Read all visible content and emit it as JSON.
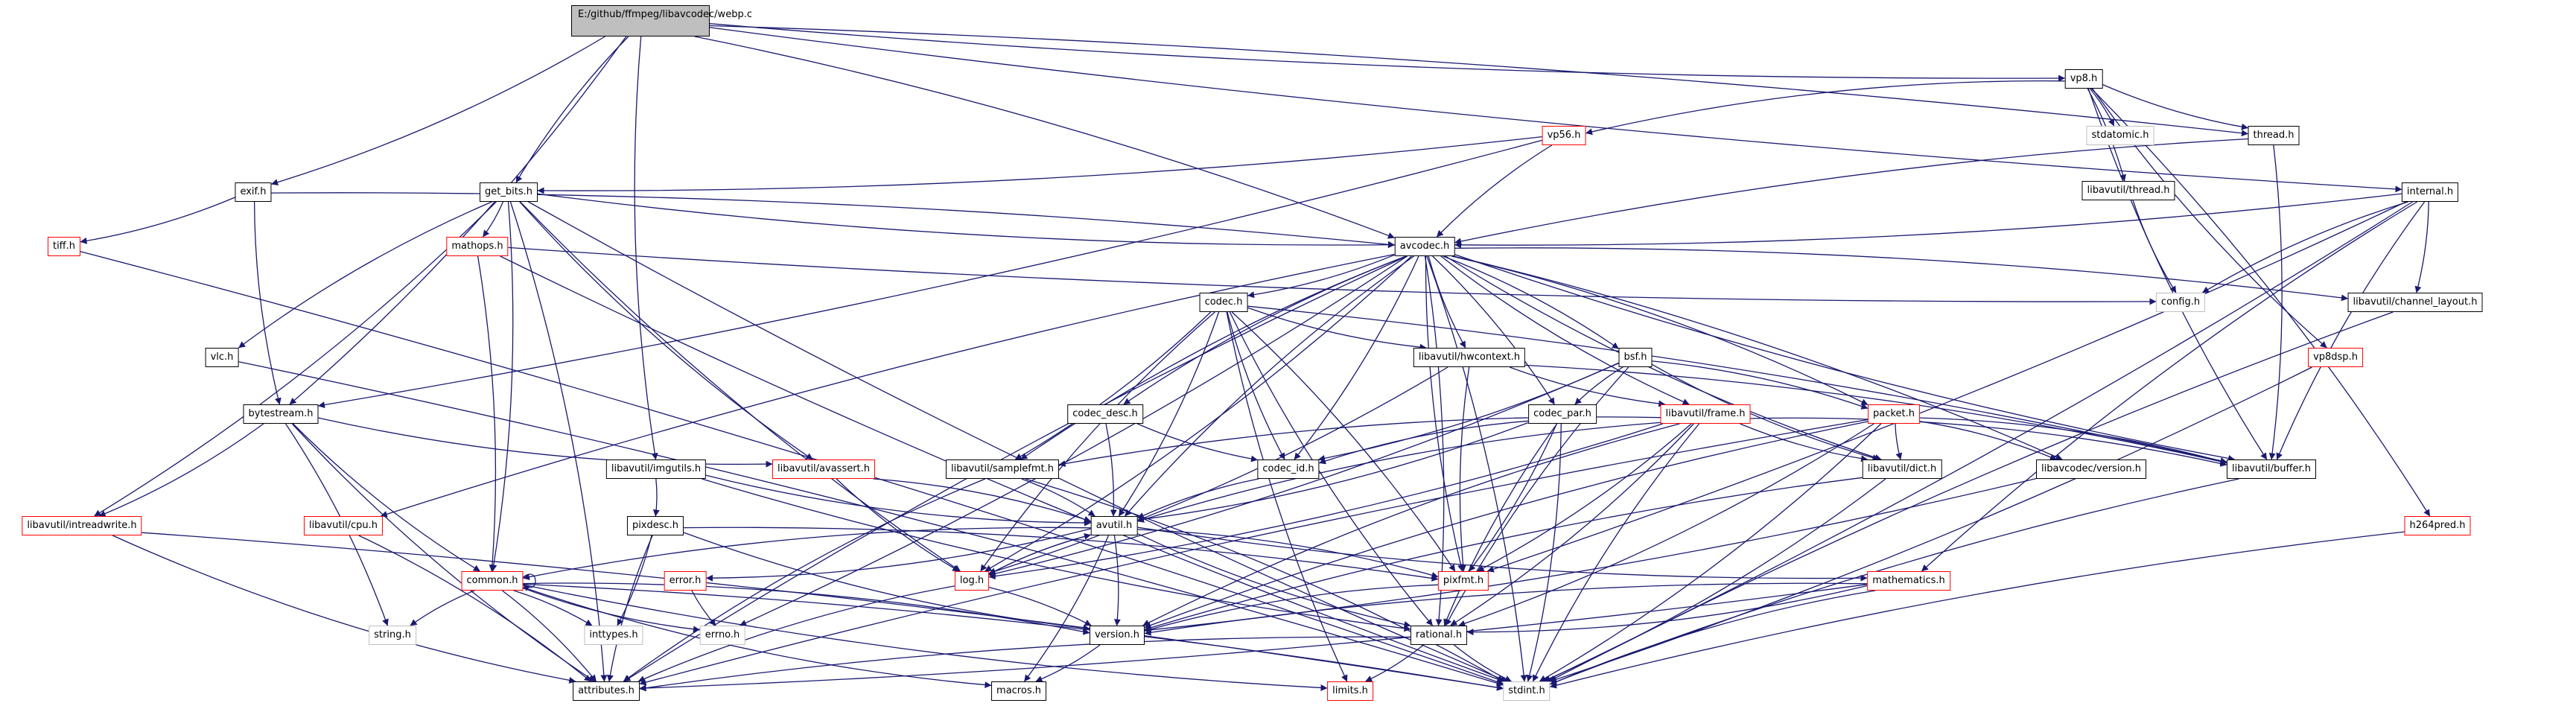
{
  "nodes": [
    {
      "id": "webp",
      "label": "E:/github/ffmpeg/libavcodec/webp.c",
      "style": "root"
    },
    {
      "id": "exif",
      "label": "exif.h",
      "style": "normal"
    },
    {
      "id": "get_bits",
      "label": "get_bits.h",
      "style": "normal"
    },
    {
      "id": "avcodec",
      "label": "avcodec.h",
      "style": "normal"
    },
    {
      "id": "vp8",
      "label": "vp8.h",
      "style": "normal"
    },
    {
      "id": "vp56",
      "label": "vp56.h",
      "style": "red"
    },
    {
      "id": "stdatomic",
      "label": "stdatomic.h",
      "style": "grey"
    },
    {
      "id": "thread",
      "label": "thread.h",
      "style": "normal"
    },
    {
      "id": "lu_thread",
      "label": "libavutil/thread.h",
      "style": "normal"
    },
    {
      "id": "internal",
      "label": "internal.h",
      "style": "normal"
    },
    {
      "id": "tiff",
      "label": "tiff.h",
      "style": "red"
    },
    {
      "id": "mathops",
      "label": "mathops.h",
      "style": "red"
    },
    {
      "id": "config",
      "label": "config.h",
      "style": "grey"
    },
    {
      "id": "channel_layout",
      "label": "libavutil/channel_layout.h",
      "style": "normal"
    },
    {
      "id": "vlc",
      "label": "vlc.h",
      "style": "normal"
    },
    {
      "id": "codec",
      "label": "codec.h",
      "style": "normal"
    },
    {
      "id": "hwcontext",
      "label": "libavutil/hwcontext.h",
      "style": "normal"
    },
    {
      "id": "bsf",
      "label": "bsf.h",
      "style": "normal"
    },
    {
      "id": "vp8dsp",
      "label": "vp8dsp.h",
      "style": "red"
    },
    {
      "id": "bytestream",
      "label": "bytestream.h",
      "style": "normal"
    },
    {
      "id": "codec_desc",
      "label": "codec_desc.h",
      "style": "normal"
    },
    {
      "id": "codec_par",
      "label": "codec_par.h",
      "style": "normal"
    },
    {
      "id": "frame",
      "label": "libavutil/frame.h",
      "style": "red"
    },
    {
      "id": "packet",
      "label": "packet.h",
      "style": "red"
    },
    {
      "id": "imgutils",
      "label": "libavutil/imgutils.h",
      "style": "normal"
    },
    {
      "id": "avassert",
      "label": "libavutil/avassert.h",
      "style": "red"
    },
    {
      "id": "samplefmt",
      "label": "libavutil/samplefmt.h",
      "style": "normal"
    },
    {
      "id": "codec_id",
      "label": "codec_id.h",
      "style": "normal"
    },
    {
      "id": "dict",
      "label": "libavutil/dict.h",
      "style": "normal"
    },
    {
      "id": "version_avc",
      "label": "libavcodec/version.h",
      "style": "normal"
    },
    {
      "id": "buffer",
      "label": "libavutil/buffer.h",
      "style": "normal"
    },
    {
      "id": "intreadwrite",
      "label": "libavutil/intreadwrite.h",
      "style": "red"
    },
    {
      "id": "cpu",
      "label": "libavutil/cpu.h",
      "style": "red"
    },
    {
      "id": "pixdesc",
      "label": "pixdesc.h",
      "style": "normal"
    },
    {
      "id": "avutil",
      "label": "avutil.h",
      "style": "normal"
    },
    {
      "id": "h264pred",
      "label": "h264pred.h",
      "style": "red"
    },
    {
      "id": "common",
      "label": "common.h",
      "style": "red"
    },
    {
      "id": "error",
      "label": "error.h",
      "style": "red"
    },
    {
      "id": "log",
      "label": "log.h",
      "style": "red"
    },
    {
      "id": "pixfmt",
      "label": "pixfmt.h",
      "style": "red"
    },
    {
      "id": "mathematics",
      "label": "mathematics.h",
      "style": "red"
    },
    {
      "id": "string",
      "label": "string.h",
      "style": "grey"
    },
    {
      "id": "inttypes",
      "label": "inttypes.h",
      "style": "grey"
    },
    {
      "id": "errno",
      "label": "errno.h",
      "style": "grey"
    },
    {
      "id": "version",
      "label": "version.h",
      "style": "normal"
    },
    {
      "id": "rational",
      "label": "rational.h",
      "style": "normal"
    },
    {
      "id": "attributes",
      "label": "attributes.h",
      "style": "normal"
    },
    {
      "id": "macros",
      "label": "macros.h",
      "style": "normal"
    },
    {
      "id": "limits",
      "label": "limits.h",
      "style": "red"
    },
    {
      "id": "stdint",
      "label": "stdint.h",
      "style": "grey"
    }
  ],
  "edges": [
    [
      "webp",
      "exif"
    ],
    [
      "webp",
      "get_bits"
    ],
    [
      "webp",
      "avcodec"
    ],
    [
      "webp",
      "vp8"
    ],
    [
      "webp",
      "thread"
    ],
    [
      "webp",
      "internal"
    ],
    [
      "webp",
      "bytestream"
    ],
    [
      "webp",
      "imgutils"
    ],
    [
      "exif",
      "tiff"
    ],
    [
      "exif",
      "bytestream"
    ],
    [
      "exif",
      "avcodec"
    ],
    [
      "get_bits",
      "avcodec"
    ],
    [
      "get_bits",
      "mathops"
    ],
    [
      "get_bits",
      "vlc"
    ],
    [
      "get_bits",
      "intreadwrite"
    ],
    [
      "get_bits",
      "avassert"
    ],
    [
      "get_bits",
      "common"
    ],
    [
      "get_bits",
      "log"
    ],
    [
      "get_bits",
      "attributes"
    ],
    [
      "get_bits",
      "stdint"
    ],
    [
      "tiff",
      "stdint"
    ],
    [
      "vp8",
      "vp56"
    ],
    [
      "vp8",
      "stdatomic"
    ],
    [
      "vp8",
      "thread"
    ],
    [
      "vp8",
      "lu_thread"
    ],
    [
      "vp8",
      "vp8dsp"
    ],
    [
      "vp8",
      "h264pred"
    ],
    [
      "vp8",
      "buffer"
    ],
    [
      "vp56",
      "get_bits"
    ],
    [
      "vp56",
      "avcodec"
    ],
    [
      "vp56",
      "bytestream"
    ],
    [
      "thread",
      "avcodec"
    ],
    [
      "thread",
      "buffer"
    ],
    [
      "lu_thread",
      "config"
    ],
    [
      "internal",
      "avcodec"
    ],
    [
      "internal",
      "config"
    ],
    [
      "internal",
      "channel_layout"
    ],
    [
      "internal",
      "buffer"
    ],
    [
      "internal",
      "pixfmt"
    ],
    [
      "internal",
      "mathematics"
    ],
    [
      "internal",
      "stdint"
    ],
    [
      "mathops",
      "config"
    ],
    [
      "mathops",
      "common"
    ],
    [
      "mathops",
      "stdint"
    ],
    [
      "avcodec",
      "codec"
    ],
    [
      "avcodec",
      "hwcontext"
    ],
    [
      "avcodec",
      "bsf"
    ],
    [
      "avcodec",
      "codec_desc"
    ],
    [
      "avcodec",
      "codec_par"
    ],
    [
      "avcodec",
      "frame"
    ],
    [
      "avcodec",
      "packet"
    ],
    [
      "avcodec",
      "samplefmt"
    ],
    [
      "avcodec",
      "codec_id"
    ],
    [
      "avcodec",
      "dict"
    ],
    [
      "avcodec",
      "version_avc"
    ],
    [
      "avcodec",
      "buffer"
    ],
    [
      "avcodec",
      "channel_layout"
    ],
    [
      "avcodec",
      "avutil"
    ],
    [
      "avcodec",
      "log"
    ],
    [
      "avcodec",
      "pixfmt"
    ],
    [
      "avcodec",
      "rational"
    ],
    [
      "avcodec",
      "attributes"
    ],
    [
      "avcodec",
      "errno"
    ],
    [
      "avcodec",
      "cpu"
    ],
    [
      "avcodec",
      "stdint"
    ],
    [
      "channel_layout",
      "stdint"
    ],
    [
      "vlc",
      "stdint"
    ],
    [
      "codec",
      "hwcontext"
    ],
    [
      "codec",
      "samplefmt"
    ],
    [
      "codec",
      "codec_id"
    ],
    [
      "codec",
      "avutil"
    ],
    [
      "codec",
      "log"
    ],
    [
      "codec",
      "pixfmt"
    ],
    [
      "codec",
      "rational"
    ],
    [
      "codec",
      "buffer"
    ],
    [
      "codec",
      "limits"
    ],
    [
      "hwcontext",
      "buffer"
    ],
    [
      "hwcontext",
      "frame"
    ],
    [
      "hwcontext",
      "log"
    ],
    [
      "hwcontext",
      "pixfmt"
    ],
    [
      "bsf",
      "codec_id"
    ],
    [
      "bsf",
      "codec_par"
    ],
    [
      "bsf",
      "packet"
    ],
    [
      "bsf",
      "dict"
    ],
    [
      "bsf",
      "log"
    ],
    [
      "bsf",
      "rational"
    ],
    [
      "vp8dsp",
      "stdint"
    ],
    [
      "bytestream",
      "avassert"
    ],
    [
      "bytestream",
      "intreadwrite"
    ],
    [
      "bytestream",
      "common"
    ],
    [
      "bytestream",
      "string"
    ],
    [
      "bytestream",
      "attributes"
    ],
    [
      "codec_desc",
      "avutil"
    ],
    [
      "codec_desc",
      "codec_id"
    ],
    [
      "codec_par",
      "avutil"
    ],
    [
      "codec_par",
      "codec_id"
    ],
    [
      "codec_par",
      "pixfmt"
    ],
    [
      "codec_par",
      "rational"
    ],
    [
      "codec_par",
      "stdint"
    ],
    [
      "frame",
      "avutil"
    ],
    [
      "frame",
      "buffer"
    ],
    [
      "frame",
      "dict"
    ],
    [
      "frame",
      "rational"
    ],
    [
      "frame",
      "samplefmt"
    ],
    [
      "frame",
      "pixfmt"
    ],
    [
      "frame",
      "version"
    ],
    [
      "frame",
      "log"
    ],
    [
      "frame",
      "stdint"
    ],
    [
      "packet",
      "buffer"
    ],
    [
      "packet",
      "dict"
    ],
    [
      "packet",
      "version_avc"
    ],
    [
      "packet",
      "attributes"
    ],
    [
      "packet",
      "rational"
    ],
    [
      "packet",
      "version"
    ],
    [
      "packet",
      "stdint"
    ],
    [
      "imgutils",
      "avutil"
    ],
    [
      "imgutils",
      "pixdesc"
    ],
    [
      "imgutils",
      "rational"
    ],
    [
      "avassert",
      "avutil"
    ],
    [
      "avassert",
      "log"
    ],
    [
      "samplefmt",
      "avutil"
    ],
    [
      "samplefmt",
      "attributes"
    ],
    [
      "samplefmt",
      "stdint"
    ],
    [
      "codec_id",
      "avutil"
    ],
    [
      "dict",
      "stdint"
    ],
    [
      "dict",
      "version"
    ],
    [
      "version_avc",
      "version"
    ],
    [
      "buffer",
      "stdint"
    ],
    [
      "intreadwrite",
      "stdint"
    ],
    [
      "intreadwrite",
      "attributes"
    ],
    [
      "cpu",
      "attributes"
    ],
    [
      "pixdesc",
      "attributes"
    ],
    [
      "pixdesc",
      "pixfmt"
    ],
    [
      "pixdesc",
      "version"
    ],
    [
      "pixdesc",
      "inttypes"
    ],
    [
      "avutil",
      "common"
    ],
    [
      "avutil",
      "error"
    ],
    [
      "avutil",
      "log"
    ],
    [
      "avutil",
      "pixfmt"
    ],
    [
      "avutil",
      "mathematics"
    ],
    [
      "avutil",
      "version"
    ],
    [
      "avutil",
      "rational"
    ],
    [
      "avutil",
      "macros"
    ],
    [
      "h264pred",
      "stdint"
    ],
    [
      "common",
      "common"
    ],
    [
      "common",
      "string"
    ],
    [
      "common",
      "inttypes"
    ],
    [
      "common",
      "errno"
    ],
    [
      "common",
      "attributes"
    ],
    [
      "common",
      "macros"
    ],
    [
      "common",
      "version"
    ],
    [
      "common",
      "limits"
    ],
    [
      "common",
      "stdint"
    ],
    [
      "error",
      "errno"
    ],
    [
      "log",
      "avutil"
    ],
    [
      "log",
      "attributes"
    ],
    [
      "log",
      "version"
    ],
    [
      "pixfmt",
      "version"
    ],
    [
      "mathematics",
      "rational"
    ],
    [
      "mathematics",
      "version"
    ],
    [
      "mathematics",
      "attributes"
    ],
    [
      "mathematics",
      "stdint"
    ],
    [
      "version",
      "macros"
    ],
    [
      "rational",
      "attributes"
    ],
    [
      "rational",
      "limits"
    ],
    [
      "rational",
      "stdint"
    ]
  ]
}
